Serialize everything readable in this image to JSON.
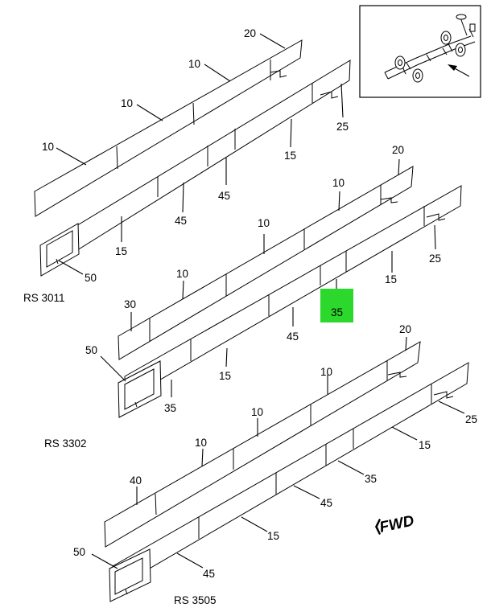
{
  "highlight_color": "#2bd82b",
  "inset": {
    "icon": "truck-chassis-icon",
    "arrow": "view-direction-arrow-icon"
  },
  "fwd_label": "FWD",
  "groups": [
    {
      "model": "RS 3011",
      "callouts": [
        "20",
        "10",
        "10",
        "10",
        "25",
        "15",
        "45",
        "45",
        "15",
        "50"
      ]
    },
    {
      "model": "RS 3302",
      "callouts": [
        "20",
        "10",
        "10",
        "10",
        "30",
        "25",
        "15",
        "35",
        "45",
        "50",
        "15",
        "35"
      ]
    },
    {
      "model": "RS 3505",
      "callouts": [
        "20",
        "10",
        "10",
        "10",
        "40",
        "25",
        "15",
        "35",
        "45",
        "15",
        "50",
        "45"
      ]
    }
  ]
}
